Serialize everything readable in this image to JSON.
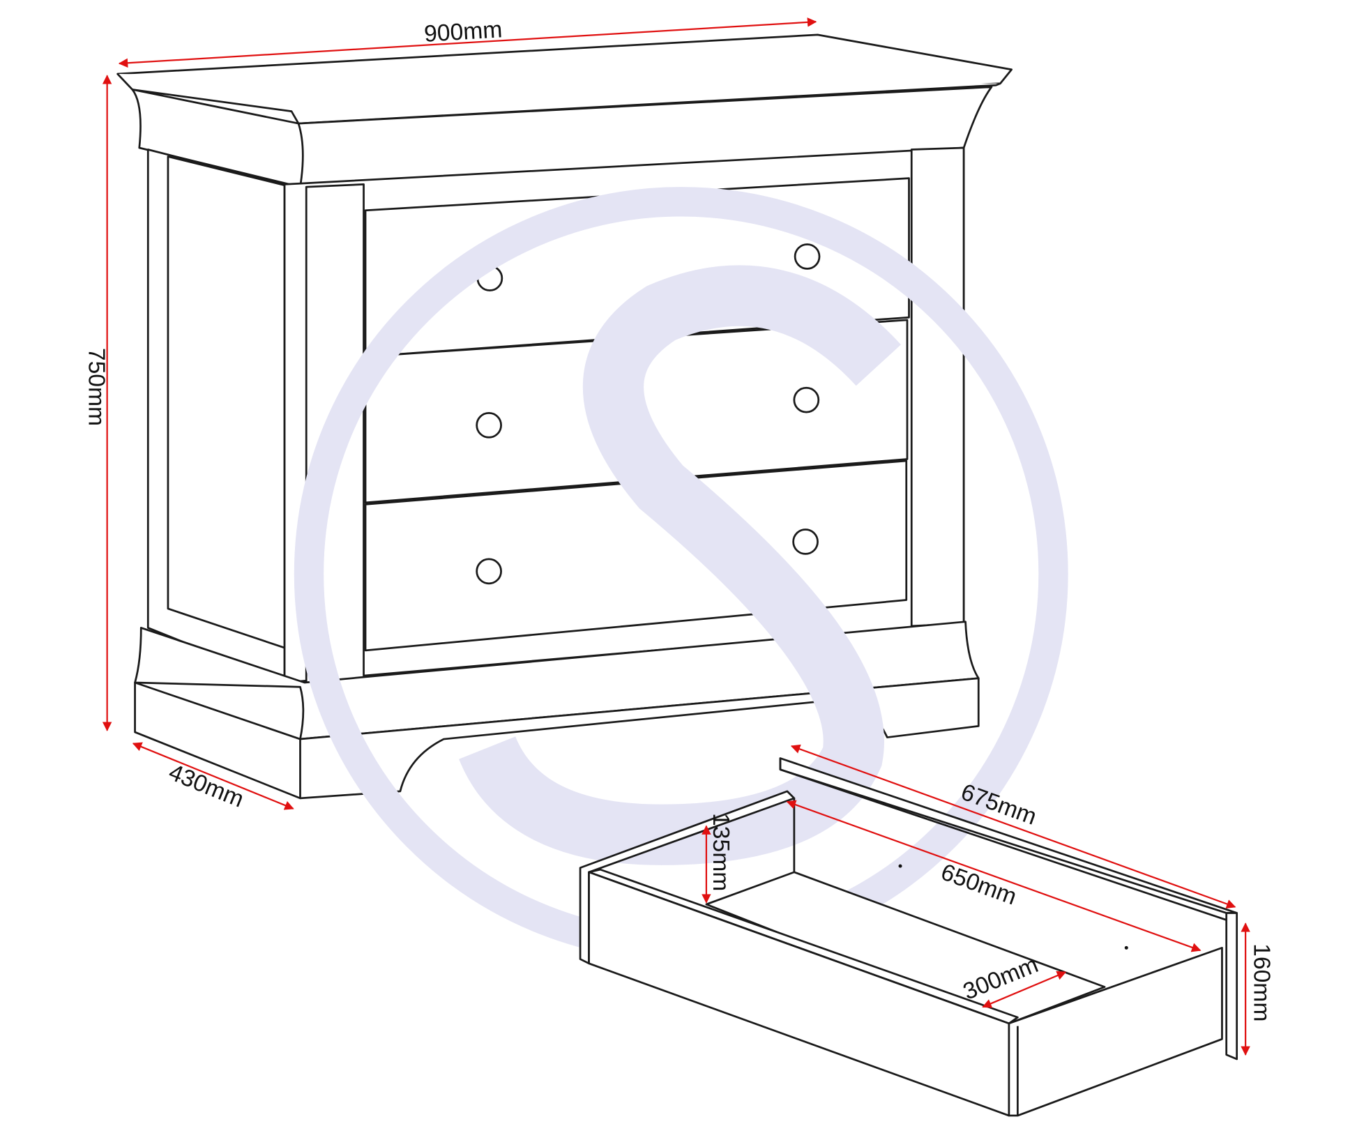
{
  "dimensions": {
    "width": "900mm",
    "height": "750mm",
    "depth": "430mm",
    "drawer_outer_depth": "675mm",
    "drawer_inner_depth": "650mm",
    "drawer_inner_height": "135mm",
    "drawer_outer_height": "160mm",
    "drawer_inner_width": "300mm"
  },
  "colors": {
    "dimension_lines": "#e01010",
    "watermark": "#e4e4f4",
    "outline": "#1a1a1a"
  },
  "drawers": 3,
  "knobs_per_drawer": 2
}
